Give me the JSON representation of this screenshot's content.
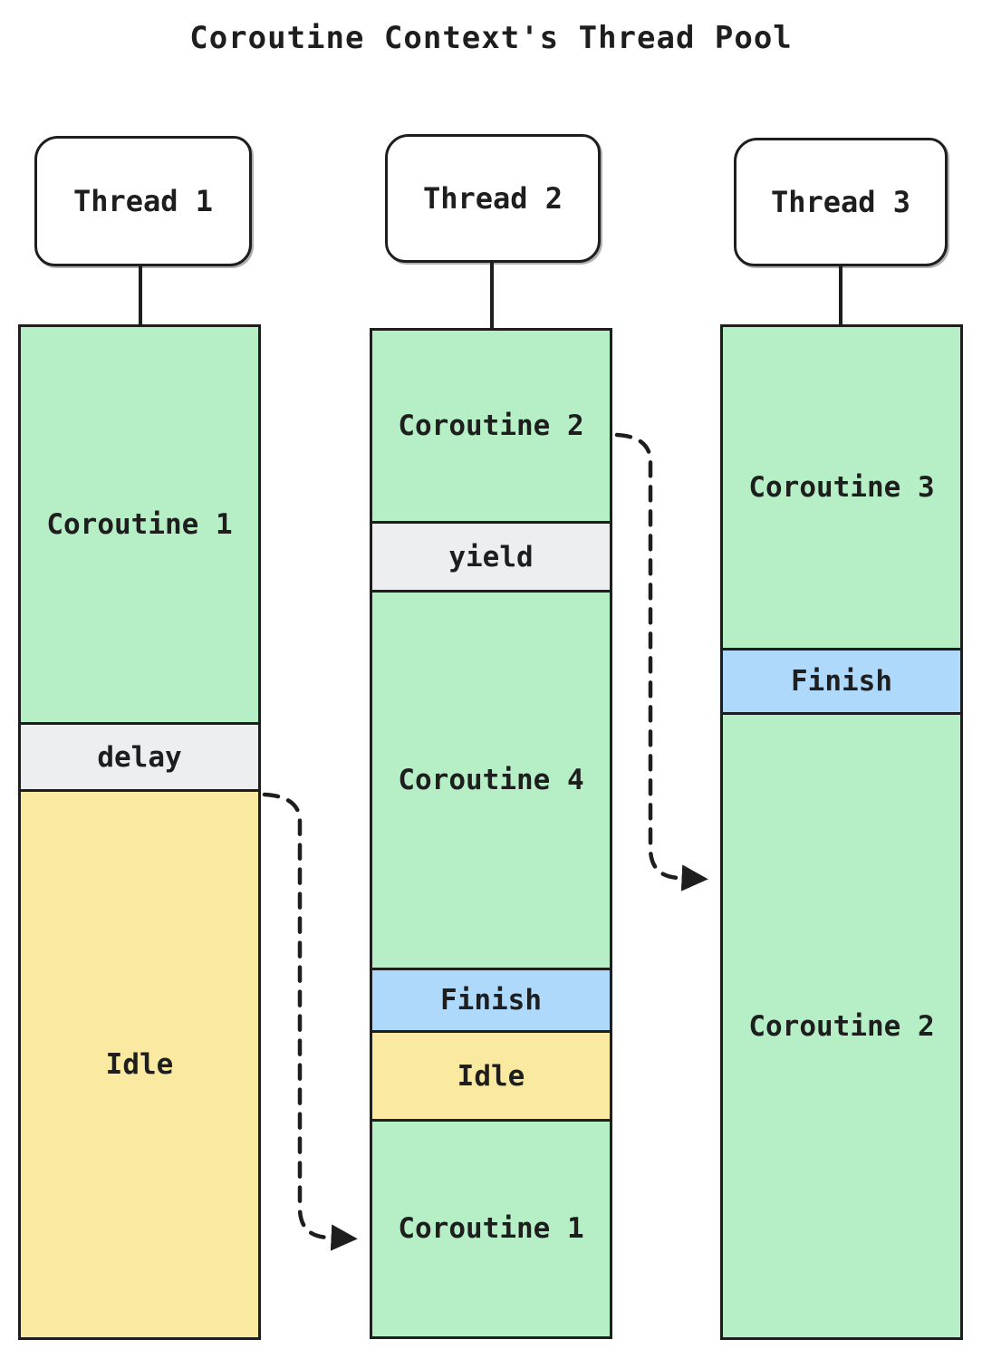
{
  "title": "Coroutine Context's Thread Pool",
  "colors": {
    "running": "#b6efc6",
    "suspend": "#eceef0",
    "finish": "#aed9fb",
    "idle": "#fae9a0",
    "stroke": "#1e1e1e"
  },
  "threads": [
    {
      "label": "Thread 1",
      "segments": [
        {
          "label": "Coroutine 1",
          "type": "running"
        },
        {
          "label": "delay",
          "type": "suspend"
        },
        {
          "label": "Idle",
          "type": "idle"
        }
      ]
    },
    {
      "label": "Thread 2",
      "segments": [
        {
          "label": "Coroutine 2",
          "type": "running"
        },
        {
          "label": "yield",
          "type": "suspend"
        },
        {
          "label": "Coroutine 4",
          "type": "running"
        },
        {
          "label": "Finish",
          "type": "finish"
        },
        {
          "label": "Idle",
          "type": "idle"
        },
        {
          "label": "Coroutine 1",
          "type": "running"
        }
      ]
    },
    {
      "label": "Thread 3",
      "segments": [
        {
          "label": "Coroutine 3",
          "type": "running"
        },
        {
          "label": "Finish",
          "type": "finish"
        },
        {
          "label": "Coroutine 2",
          "type": "running"
        }
      ]
    }
  ],
  "arrows": [
    {
      "name": "delay-to-coroutine-1",
      "from": "Thread 1 delay",
      "to": "Thread 2 Coroutine 1"
    },
    {
      "name": "coroutine-2-to-thread-3",
      "from": "Thread 2 Coroutine 2",
      "to": "Thread 3 Coroutine 2"
    }
  ]
}
